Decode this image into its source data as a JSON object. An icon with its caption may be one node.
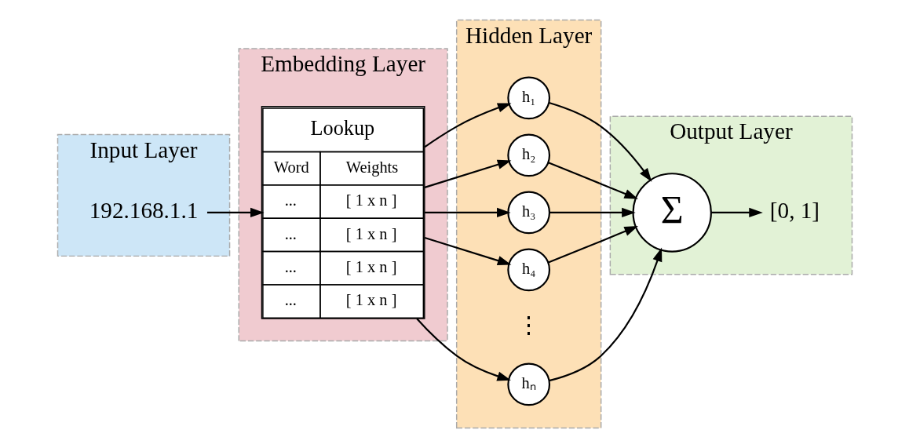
{
  "diagram": {
    "nodes": [
      {
        "text": [
          "Input Layer"
        ]
      },
      {
        "text": [
          "Embedding Layer"
        ]
      },
      {
        "text": [
          "Hidden Layer"
        ]
      },
      {
        "text": [
          "Output Layer"
        ]
      },
      {
        "text": [
          "192.168.1.1"
        ],
        "in": 0
      },
      {
        "text": [
          "Lookup",
          "Word",
          "Weights",
          "...",
          "[ 1 x n ]",
          "...",
          "[ 1 x n ]",
          "...",
          "[ 1 x n ]",
          "...",
          "[ 1 x n ]"
        ],
        "in": 1
      },
      {
        "text": [
          "h₁"
        ],
        "in": 2
      },
      {
        "text": [
          "h₂"
        ],
        "in": 2
      },
      {
        "text": [
          "h₃"
        ],
        "in": 2
      },
      {
        "text": [
          "h₄"
        ],
        "in": 2
      },
      {
        "text": [
          "hₙ"
        ],
        "in": 2
      },
      {
        "text": [
          "Σ"
        ],
        "in": 3
      },
      {
        "text": [
          "[0, 1]"
        ],
        "in": 3
      }
    ],
    "edges": [
      {
        "from": 4,
        "to": 5,
        "arrow": "to"
      },
      {
        "from": 5,
        "to": 6,
        "arrow": "to"
      },
      {
        "from": 5,
        "to": 7,
        "arrow": "to"
      },
      {
        "from": 5,
        "to": 8,
        "arrow": "to"
      },
      {
        "from": 5,
        "to": 9,
        "arrow": "to"
      },
      {
        "from": 5,
        "to": 10,
        "arrow": "to"
      },
      {
        "from": 6,
        "to": 11,
        "arrow": "to"
      },
      {
        "from": 7,
        "to": 11,
        "arrow": "to"
      },
      {
        "from": 8,
        "to": 11,
        "arrow": "to"
      },
      {
        "from": 9,
        "to": 11,
        "arrow": "to"
      },
      {
        "from": 10,
        "to": 11,
        "arrow": "to"
      },
      {
        "from": 11,
        "to": 12,
        "arrow": "to"
      }
    ],
    "labels": [
      "⋮"
    ]
  }
}
